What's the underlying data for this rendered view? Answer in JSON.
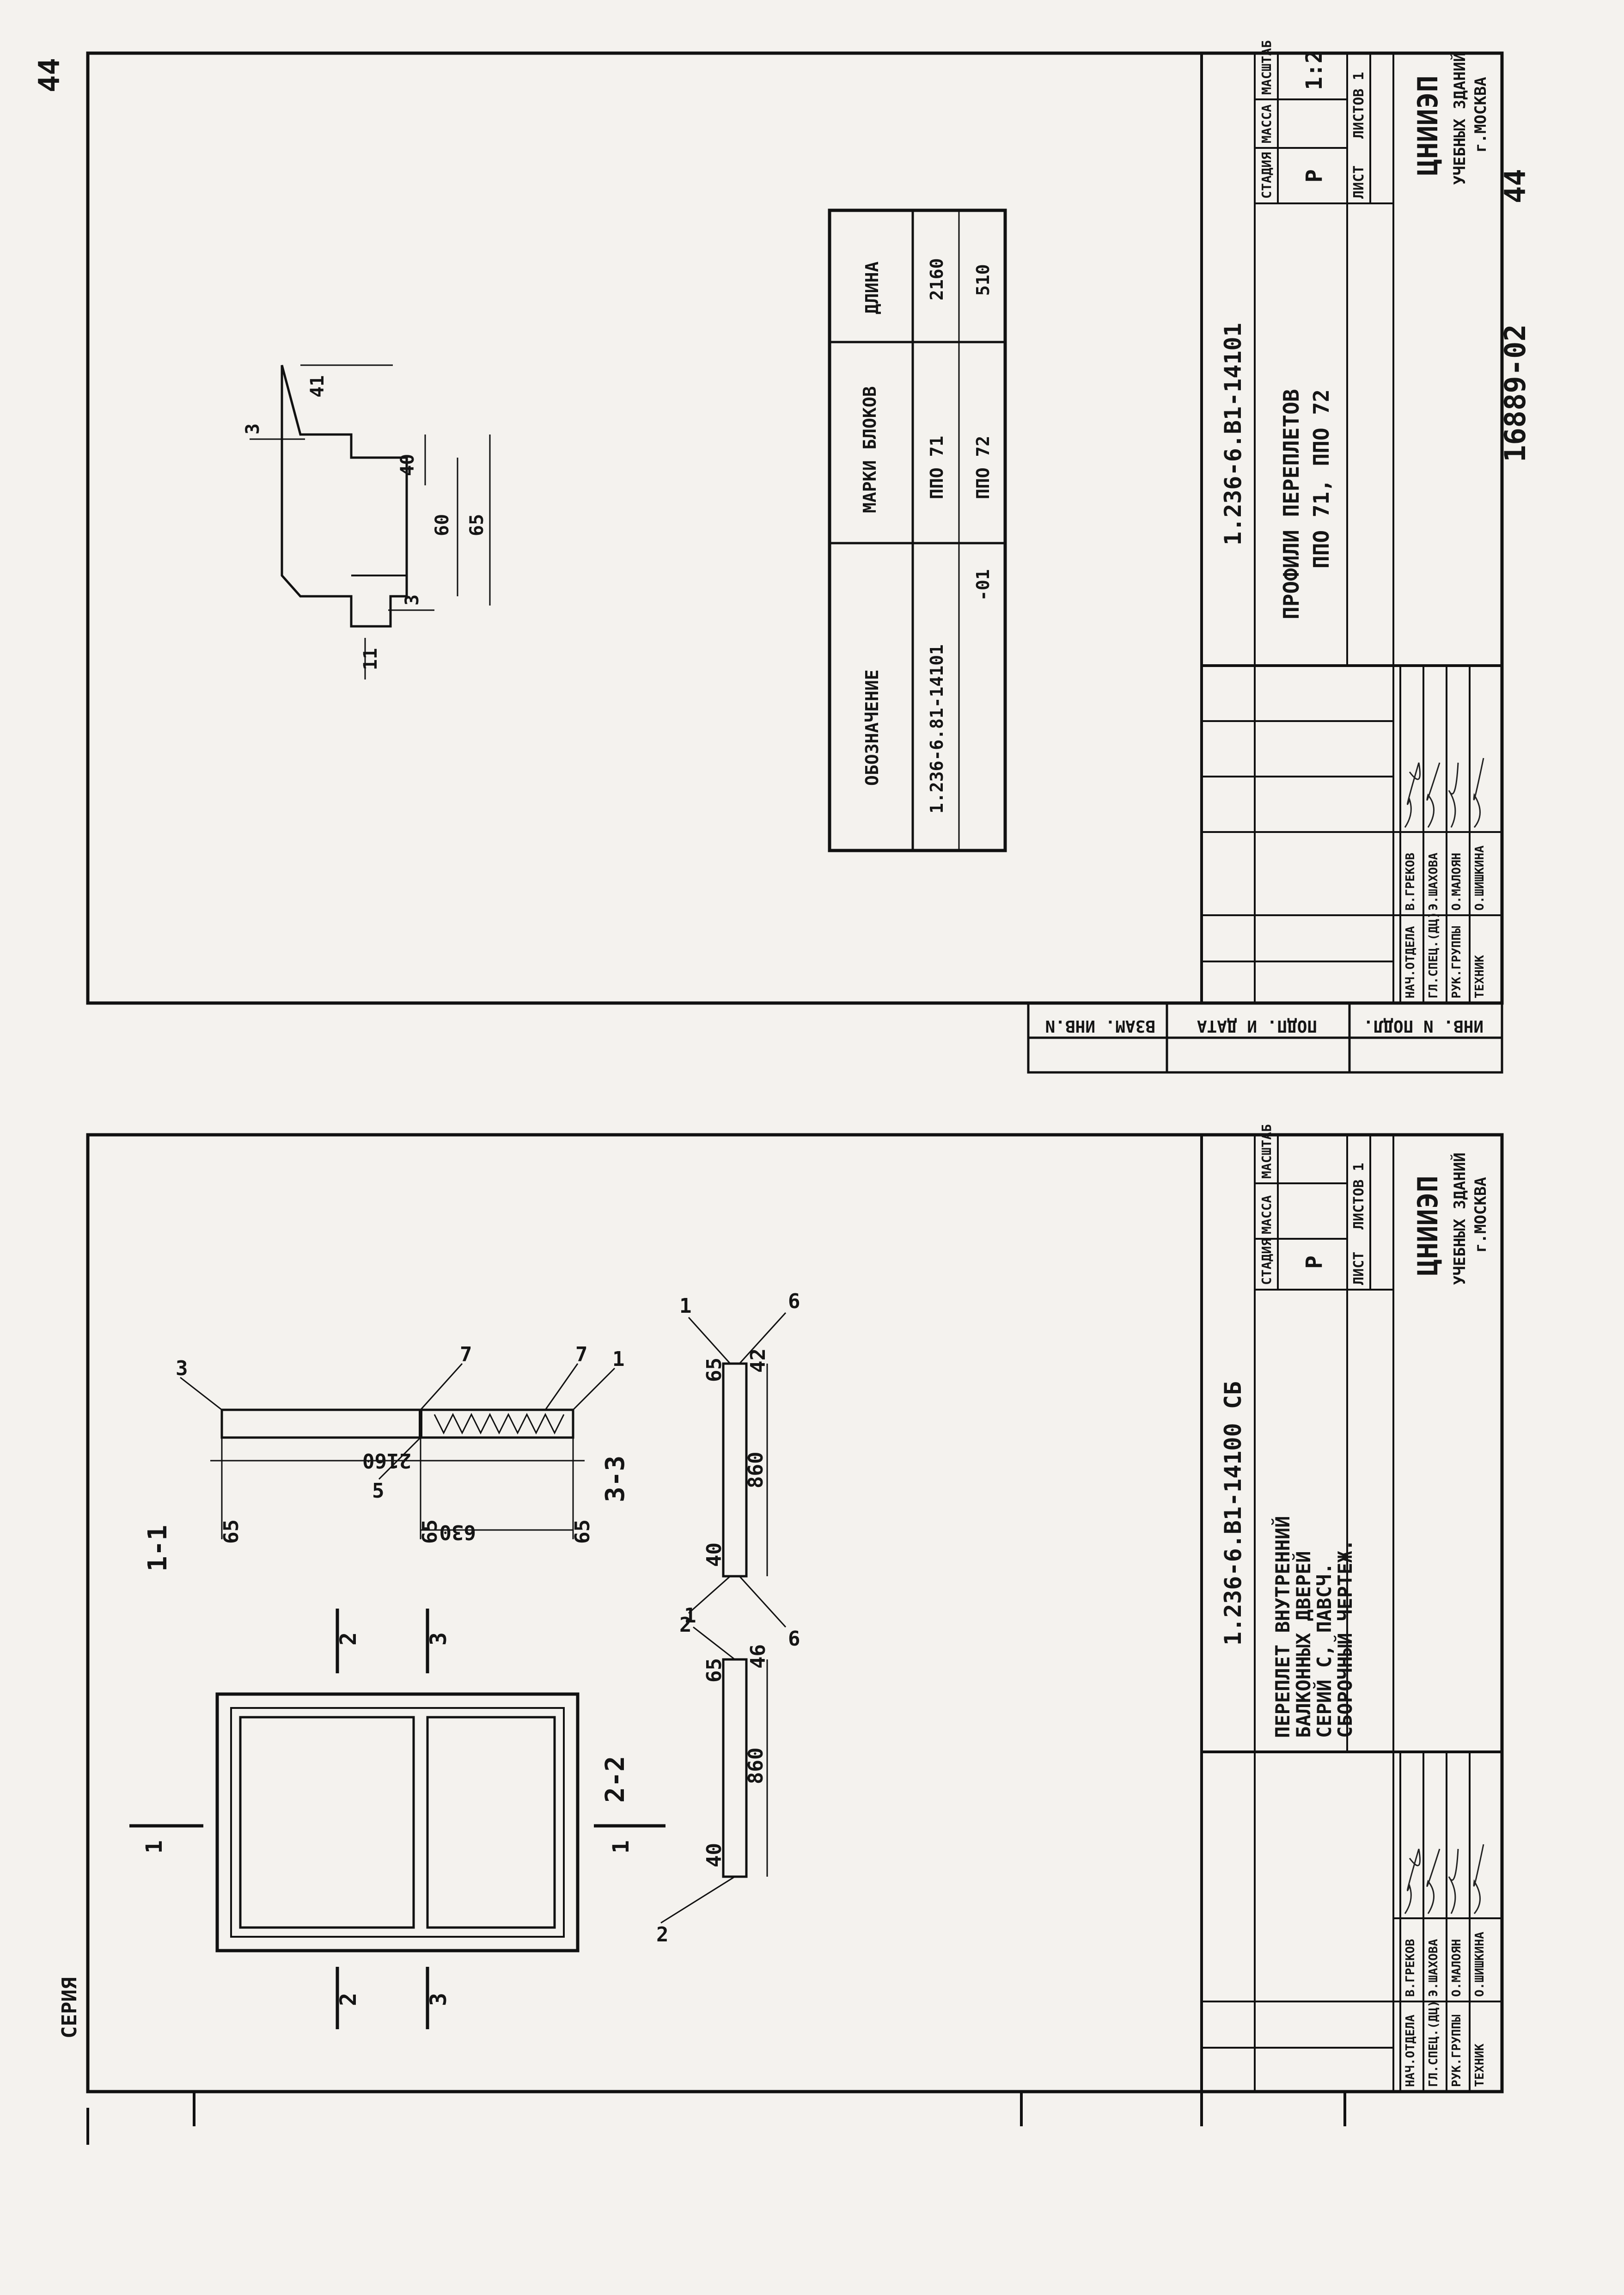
{
  "corner_number": "44",
  "top_sheet": {
    "section_label": "",
    "dims": {
      "d_41": "41",
      "d_3a": "3",
      "d_3b": "3",
      "d_40": "40",
      "d_60": "60",
      "d_65": "65",
      "d_11": "11"
    },
    "table": {
      "headers": [
        "ОБОЗНАЧЕНИЕ",
        "МАРКИ БЛОКОВ",
        "ДЛИНА"
      ],
      "rows": [
        [
          "1.236-6.81-14101",
          "ППО 71",
          "2160"
        ],
        [
          "-01",
          "ППО 72",
          "510"
        ]
      ]
    },
    "title_block": {
      "code": "1.236-6.В1-14101",
      "title": [
        "ПРОФИЛИ ПЕРЕПЛЕТОВ",
        "ППО 71, ППО 72"
      ],
      "stage_headers": [
        "СТАДИЯ",
        "МАССА",
        "МАСШТАБ"
      ],
      "stage": "Р",
      "scale": "1:2",
      "sheet": "ЛИСТ",
      "sheets": "ЛИСТОВ 1",
      "org": [
        "ЦНИИЭП",
        "УЧЕБНЫХ ЗДАНИЙ",
        "г.МОСКВА"
      ],
      "staff": [
        [
          "НАЧ.ОТДЕЛА",
          "В.ГРЕКОВ"
        ],
        [
          "ГЛ.СПЕЦ.(ДЦ)",
          "Э.ШАХОВА"
        ],
        [
          "РУК.ГРУППЫ",
          "О.МАЛОЯН"
        ],
        [
          "ТЕХНИК",
          "О.ШИШКИНА"
        ]
      ]
    }
  },
  "bottom_sheet": {
    "section_labels": {
      "s11": "1-1",
      "s22": "2-2",
      "s33": "3-3",
      "m1a": "1",
      "m1b": "1",
      "m2a": "2",
      "m2b": "2",
      "m3a": "3",
      "m3b": "3"
    },
    "dims": {
      "s1_65a": "65",
      "s1_65b": "65",
      "s1_65c": "65",
      "s1_2160": "2160",
      "s1_630": "630",
      "s1_5": "5",
      "s1_3": "3",
      "s1_7a": "7",
      "s1_7b": "7",
      "s1_1": "1",
      "s2_40": "40",
      "s2_860": "860",
      "s2_65": "65",
      "s2_46": "46",
      "s2_2": "2",
      "s2_1": "1",
      "s3_40": "40",
      "s3_860": "860",
      "s3_65": "65",
      "s3_42": "42",
      "s3_2": "2",
      "s3_1": "1",
      "s3_6a": "6",
      "s3_6b": "6"
    },
    "title_block": {
      "code": "1.236-6.В1-14100 СБ",
      "title": [
        "ПЕРЕПЛЕТ ВНУТРЕННИЙ",
        "БАЛКОННЫХ ДВЕРЕЙ",
        "СЕРИЙ С, ПАВСЧ.",
        "СБОРОЧНЫЙ ЧЕРТЕЖ."
      ],
      "stage_headers": [
        "СТАДИЯ",
        "МАССА",
        "МАСШТАБ"
      ],
      "stage": "Р",
      "sheet": "ЛИСТ",
      "sheets": "ЛИСТОВ 1",
      "org": [
        "ЦНИИЭП",
        "УЧЕБНЫХ ЗДАНИЙ",
        "г.МОСКВА"
      ],
      "staff": [
        [
          "НАЧ.ОТДЕЛА",
          "В.ГРЕКОВ"
        ],
        [
          "ГЛ.СПЕЦ.(ДЦ)",
          "Э.ШАХОВА"
        ],
        [
          "РУК.ГРУППЫ",
          "О.МАЛОЯН"
        ],
        [
          "ТЕХНИК",
          "О.ШИШКИНА"
        ]
      ]
    },
    "fragment_label": "СЕРИЯ"
  },
  "side_stamp": [
    "ВЗАМ. ИНВ.N",
    "ПОДП. И ДАТА",
    "ИНВ. N ПОДЛ."
  ],
  "archive_number": "16889-02",
  "page_number": "44"
}
